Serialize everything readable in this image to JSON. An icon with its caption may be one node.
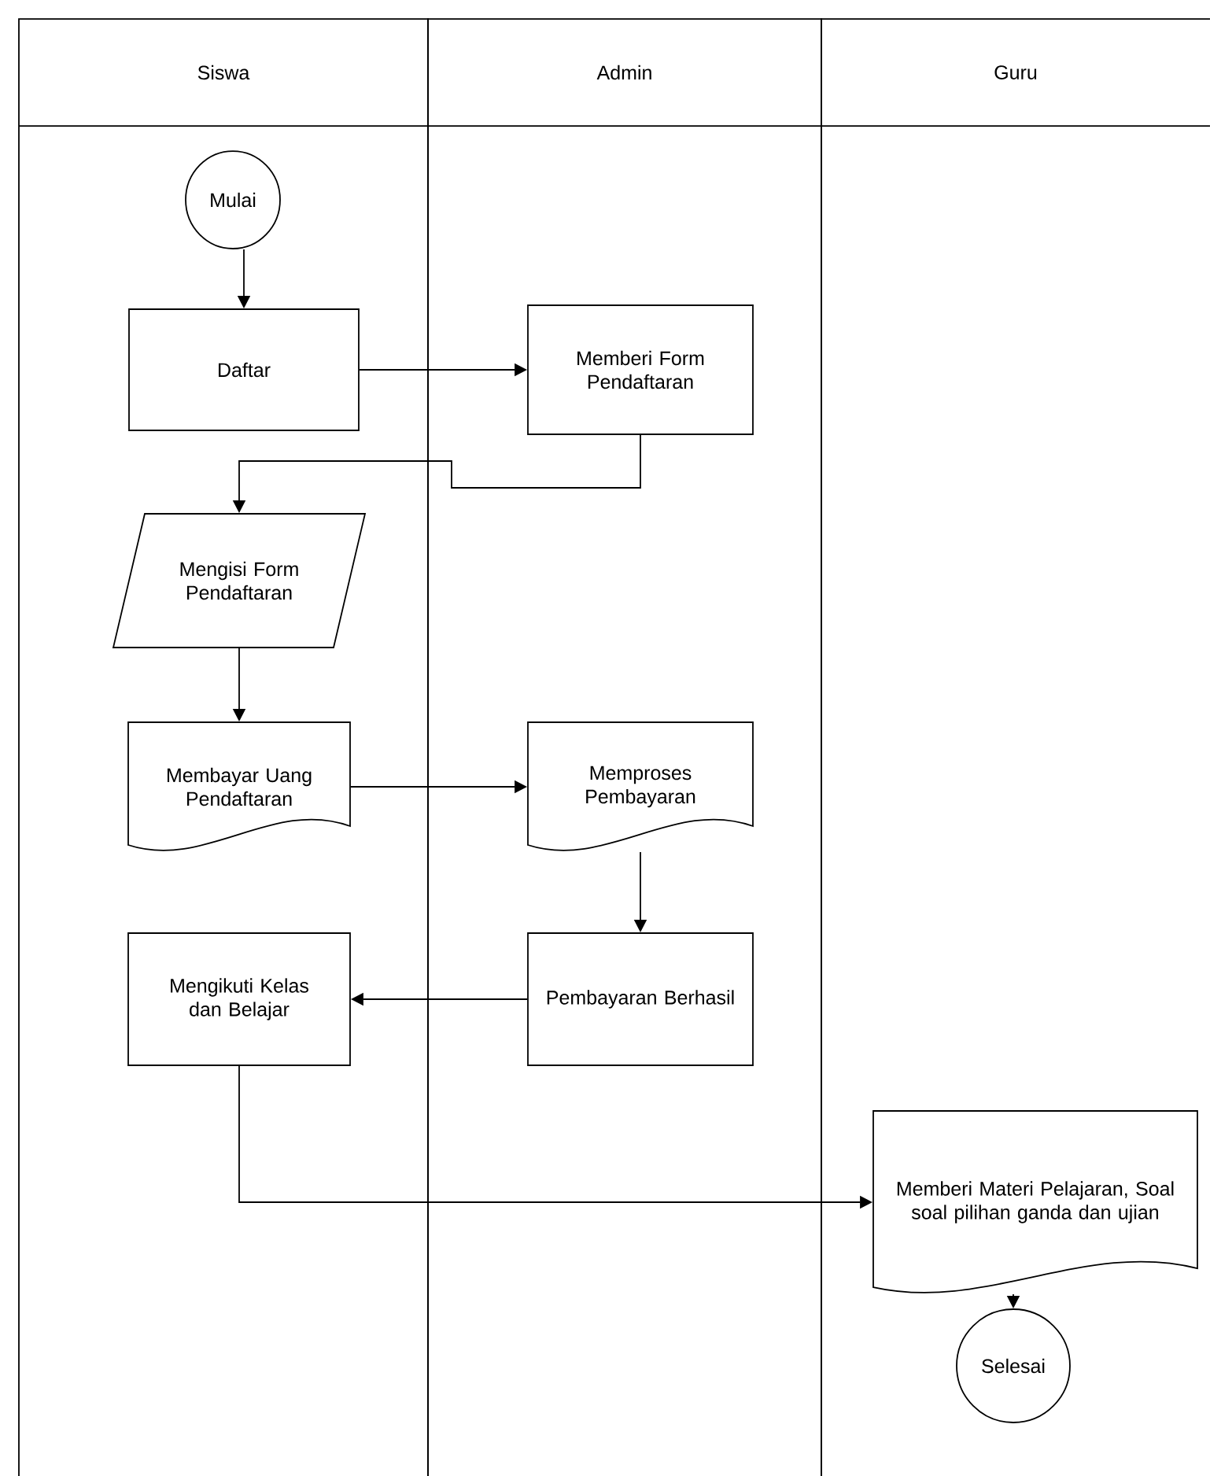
{
  "diagram": {
    "nodes": [
      {
        "text": [
          "Siswa"
        ]
      },
      {
        "text": [
          "Admin"
        ]
      },
      {
        "text": [
          "Guru"
        ]
      },
      {
        "text": [
          "Mulai"
        ],
        "in": 0
      },
      {
        "text": [
          "Daftar"
        ],
        "in": 0
      },
      {
        "text": [
          "Memberi Form Pendaftaran"
        ],
        "in": 1
      },
      {
        "text": [
          "Mengisi Form Pendaftaran"
        ],
        "in": 0
      },
      {
        "text": [
          "Membayar Uang Pendaftaran"
        ],
        "in": 0
      },
      {
        "text": [
          "Memproses Pembayaran"
        ],
        "in": 1
      },
      {
        "text": [
          "Mengikuti Kelas dan Belajar"
        ],
        "in": 0
      },
      {
        "text": [
          "Pembayaran Berhasil"
        ],
        "in": 1
      },
      {
        "text": [
          "Memberi Materi Pelajaran, Soal soal pilihan ganda dan ujian"
        ],
        "in": 2
      },
      {
        "text": [
          "Selesai"
        ],
        "in": 2
      }
    ],
    "edges": [
      {
        "from": 3,
        "to": 4,
        "arrow": "to"
      },
      {
        "from": 4,
        "to": 5,
        "arrow": "to"
      },
      {
        "from": 5,
        "to": 6,
        "arrow": "to"
      },
      {
        "from": 6,
        "to": 7,
        "arrow": "to"
      },
      {
        "from": 7,
        "to": 8,
        "arrow": "to"
      },
      {
        "from": 8,
        "to": 10,
        "arrow": "to"
      },
      {
        "from": 10,
        "to": 9,
        "arrow": "to"
      },
      {
        "from": 9,
        "to": 11,
        "arrow": "to"
      },
      {
        "from": 11,
        "to": 12,
        "arrow": "to"
      }
    ]
  }
}
